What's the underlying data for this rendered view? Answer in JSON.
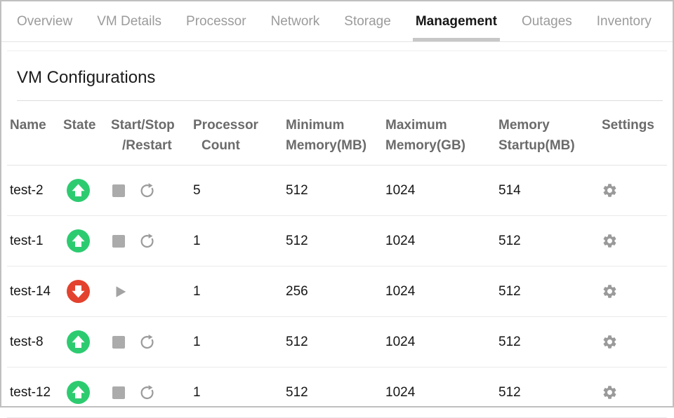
{
  "tabs": [
    {
      "label": "Overview",
      "active": false
    },
    {
      "label": "VM Details",
      "active": false
    },
    {
      "label": "Processor",
      "active": false
    },
    {
      "label": "Network",
      "active": false
    },
    {
      "label": "Storage",
      "active": false
    },
    {
      "label": "Management",
      "active": true
    },
    {
      "label": "Outages",
      "active": false
    },
    {
      "label": "Inventory",
      "active": false
    }
  ],
  "page": {
    "title": "VM Configurations"
  },
  "table": {
    "columns": [
      {
        "id": "name",
        "lines": [
          "Name"
        ]
      },
      {
        "id": "state",
        "lines": [
          "State"
        ]
      },
      {
        "id": "actions",
        "lines": [
          "Start/Stop",
          "/Restart"
        ]
      },
      {
        "id": "processor",
        "lines": [
          "Processor",
          "Count"
        ]
      },
      {
        "id": "min_memory",
        "lines": [
          "Minimum",
          "Memory(MB)"
        ]
      },
      {
        "id": "max_memory",
        "lines": [
          "Maximum",
          "Memory(GB)"
        ]
      },
      {
        "id": "memory_startup",
        "lines": [
          "Memory",
          "Startup(MB)"
        ]
      },
      {
        "id": "settings",
        "lines": [
          "Settings"
        ]
      }
    ],
    "rows": [
      {
        "name": "test-2",
        "state": "up",
        "actions": [
          "stop",
          "restart"
        ],
        "processor": "5",
        "min_memory": "512",
        "max_memory": "1024",
        "memory_startup": "514",
        "settings_icon": "gear-icon"
      },
      {
        "name": "test-1",
        "state": "up",
        "actions": [
          "stop",
          "restart"
        ],
        "processor": "1",
        "min_memory": "512",
        "max_memory": "1024",
        "memory_startup": "512",
        "settings_icon": "gear-icon"
      },
      {
        "name": "test-14",
        "state": "down",
        "actions": [
          "start"
        ],
        "processor": "1",
        "min_memory": "256",
        "max_memory": "1024",
        "memory_startup": "512",
        "settings_icon": "gear-icon"
      },
      {
        "name": "test-8",
        "state": "up",
        "actions": [
          "stop",
          "restart"
        ],
        "processor": "1",
        "min_memory": "512",
        "max_memory": "1024",
        "memory_startup": "512",
        "settings_icon": "gear-icon"
      },
      {
        "name": "test-12",
        "state": "up",
        "actions": [
          "stop",
          "restart"
        ],
        "processor": "1",
        "min_memory": "512",
        "max_memory": "1024",
        "memory_startup": "512",
        "settings_icon": "gear-icon"
      }
    ]
  },
  "colors": {
    "state_up": "#2dcb70",
    "state_down": "#e3422e",
    "stop_icon": "#ababab",
    "restart_icon": "#9b9b9b",
    "play_icon": "#a3a3a3",
    "gear_icon": "#9a9a9a",
    "active_tab_underline": "#c7c7c7"
  },
  "icons": {
    "state_up": "arrow-up-circle-icon",
    "state_down": "arrow-down-circle-icon",
    "stop": "stop-icon",
    "restart": "restart-icon",
    "start": "play-icon",
    "settings": "gear-icon"
  }
}
